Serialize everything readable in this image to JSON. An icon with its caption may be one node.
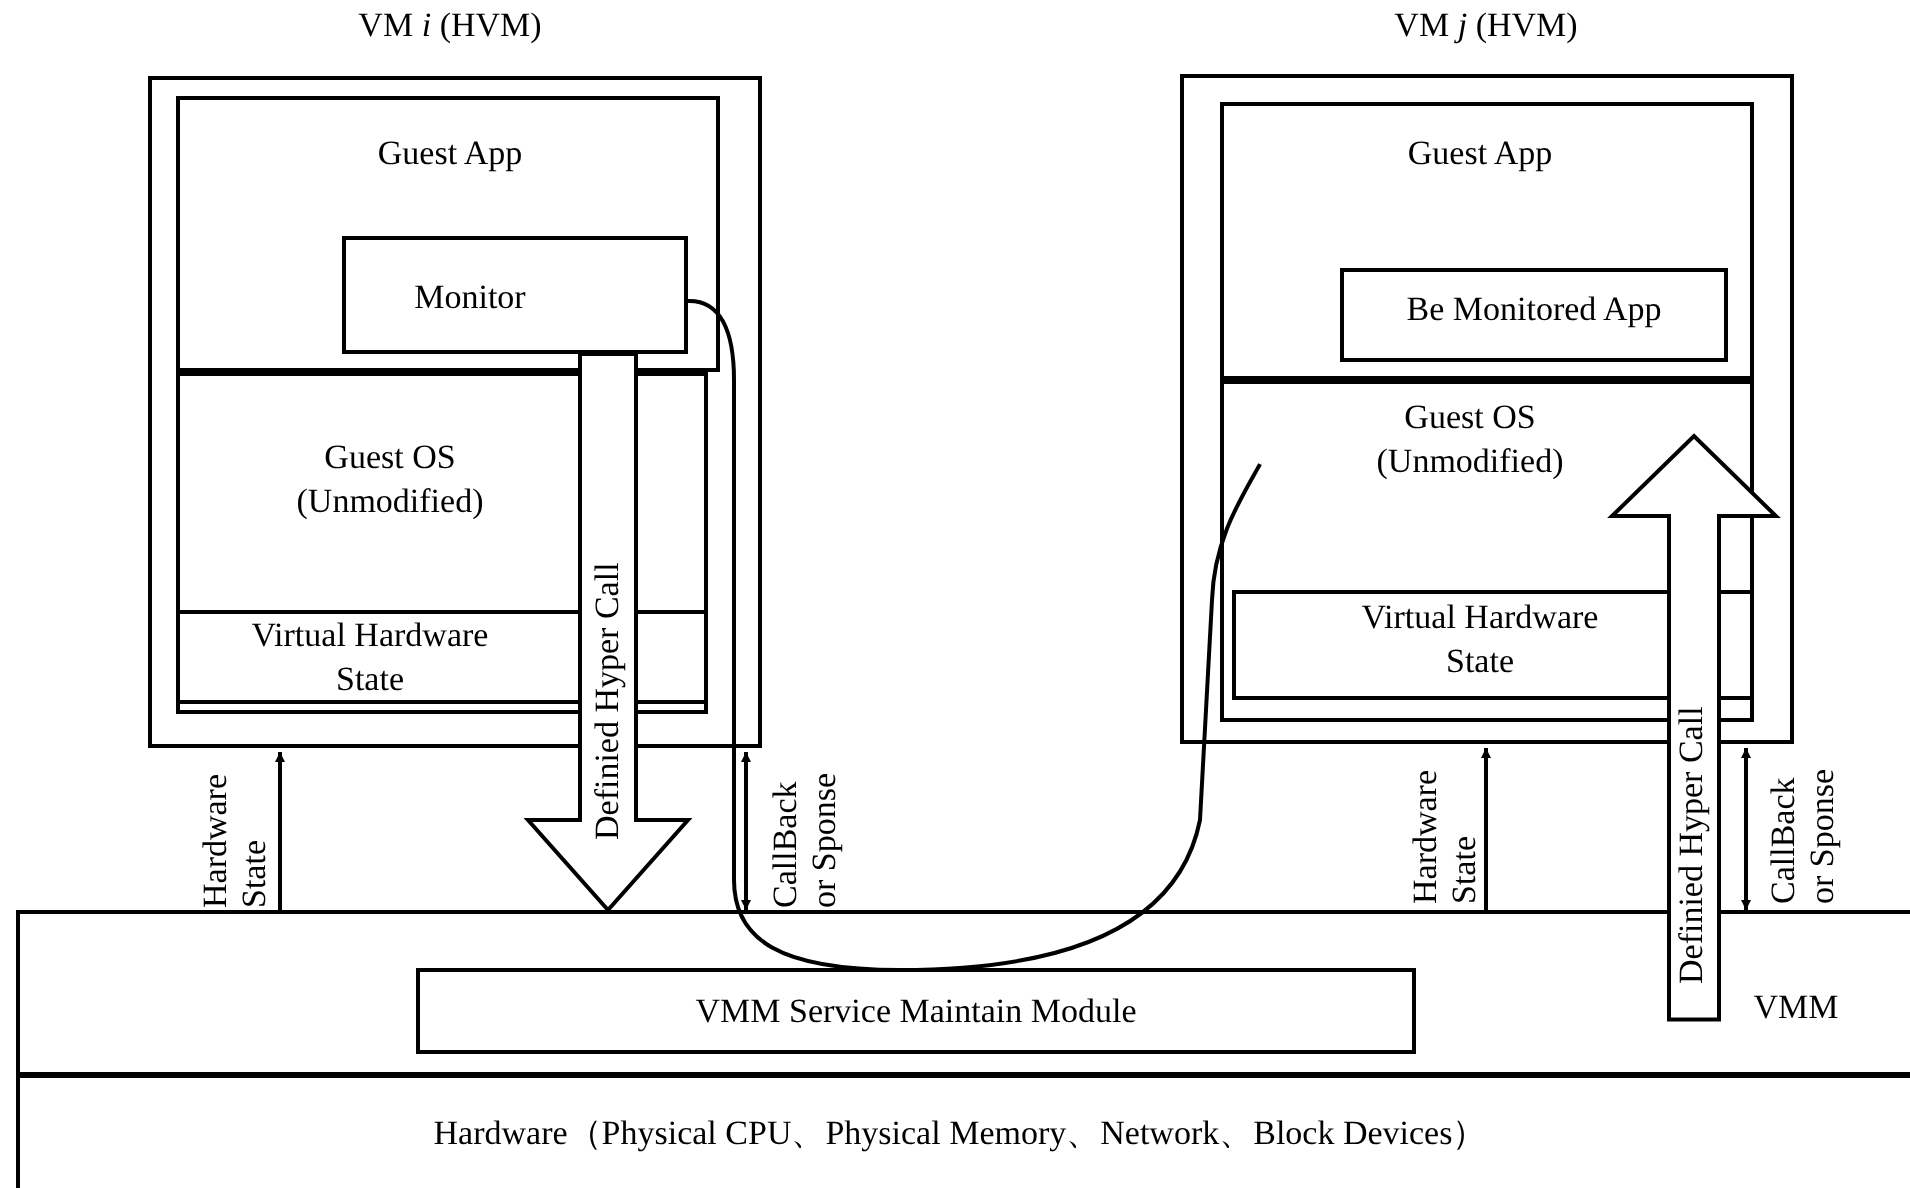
{
  "diagram": {
    "nodes": [
      {
        "text": [
          "VM *i* (HVM)"
        ]
      },
      {
        "text": [
          "Guest App"
        ],
        "in": 0
      },
      {
        "text": [
          "Monitor"
        ],
        "in": 1
      },
      {
        "text": [
          "Guest OS (Unmodified)"
        ],
        "in": 0
      },
      {
        "text": [
          "Virtual Hardware State"
        ],
        "in": 3
      },
      {
        "text": [
          "VM *j* (HVM)"
        ]
      },
      {
        "text": [
          "Guest App"
        ],
        "in": 5
      },
      {
        "text": [
          "Be Monitored App"
        ],
        "in": 6
      },
      {
        "text": [
          "Guest OS (Unmodified)"
        ],
        "in": 5
      },
      {
        "text": [
          "Virtual Hardware State"
        ],
        "in": 8
      },
      {
        "text": [
          "VMM"
        ]
      },
      {
        "text": [
          "VMM Service Maintain Module"
        ],
        "in": 10
      },
      {
        "text": [
          "Hardware（Physical CPU、Physical Memory、Network、Block Devices）"
        ]
      }
    ],
    "edges": [
      {
        "from": 10,
        "to": 0,
        "arrow": "to",
        "label": "Hardware State"
      },
      {
        "from": 2,
        "to": 10,
        "arrow": "to",
        "label": "Definied Hyper Call",
        "style": "thick"
      },
      {
        "from": 0,
        "to": 10,
        "arrow": "both",
        "label": "CallBack or Sponse"
      },
      {
        "from": 2,
        "to": 8,
        "arrow": "none"
      },
      {
        "from": 10,
        "to": 5,
        "arrow": "to",
        "label": "Hardware State"
      },
      {
        "from": 10,
        "to": 8,
        "arrow": "to",
        "label": "Definied Hyper Call",
        "style": "thick"
      },
      {
        "from": 5,
        "to": 10,
        "arrow": "both",
        "label": "CallBack or Sponse"
      }
    ]
  }
}
